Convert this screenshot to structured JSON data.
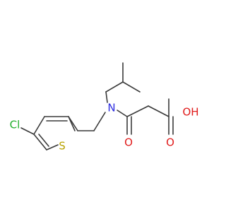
{
  "molecule": {
    "atoms": {
      "chlorine": {
        "label": "Cl",
        "color": "#1fae2a"
      },
      "sulfur": {
        "label": "S",
        "color": "#b8a200"
      },
      "nitrogen": {
        "label": "N",
        "color": "#2b2be0"
      },
      "hydroxyl": {
        "label": "OH",
        "color": "#e01b1b"
      },
      "carbonyl_o_amide": {
        "label": "O",
        "color": "#e01b1b"
      },
      "carbonyl_o_acid": {
        "label": "O",
        "color": "#e01b1b"
      }
    },
    "bond_color": "#3a3a3a"
  }
}
